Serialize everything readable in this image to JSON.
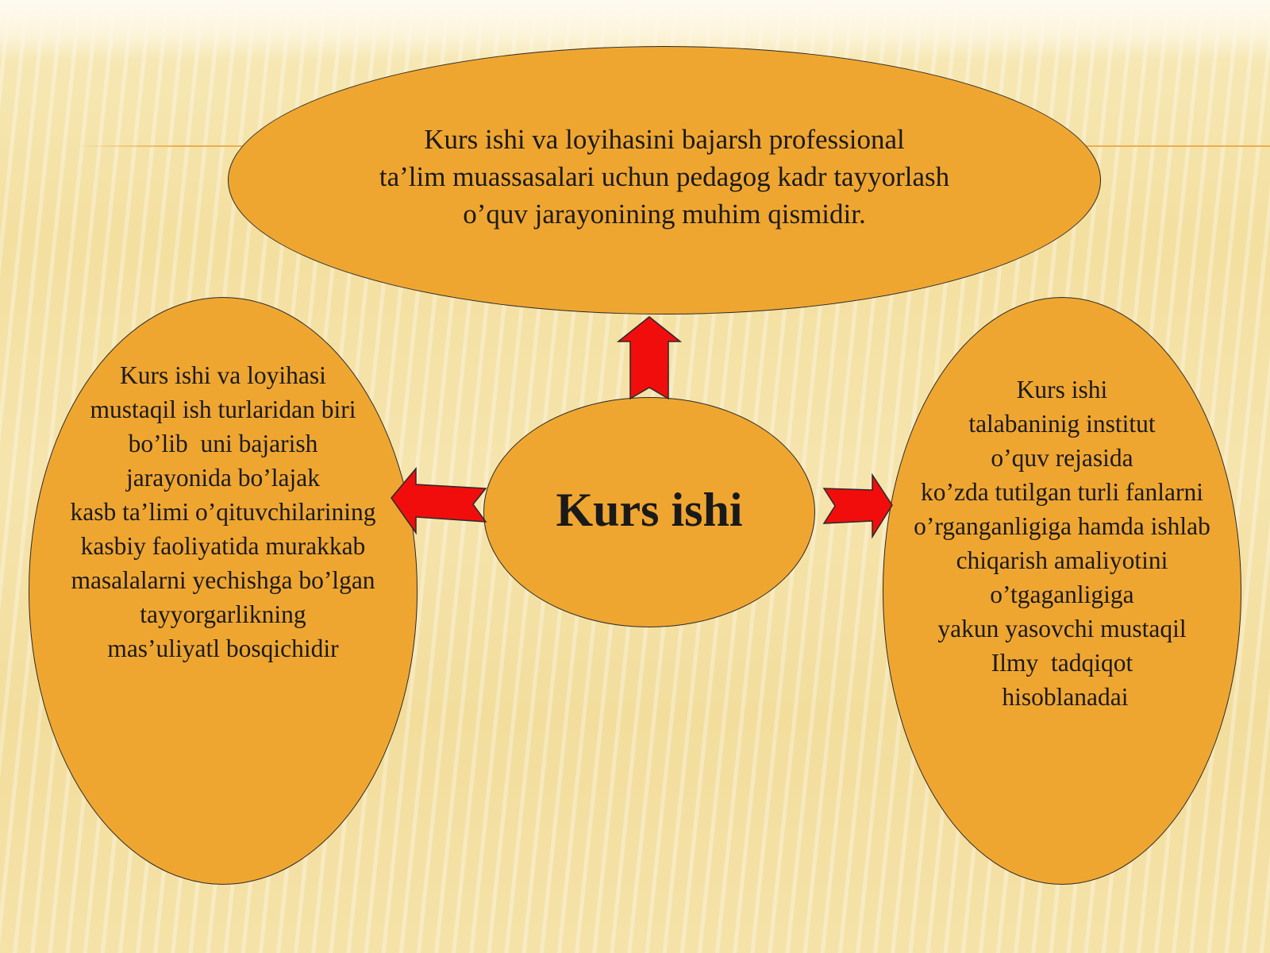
{
  "center": {
    "label": "Kurs ishi"
  },
  "top_node": {
    "lines": [
      "Kurs ishi va loyihasini bajarsh professional",
      "ta’lim muassasalari uchun pedagog kadr tayyorlash",
      "o’quv jarayonining muhim qismidir."
    ]
  },
  "left_node": {
    "lines": [
      "Kurs ishi va loyihasi",
      "mustaqil ish turlaridan biri",
      "bo’lib  uni bajarish",
      "jarayonida bo’lajak",
      "kasb ta’limi o’qituvchilarining",
      "kasbiy faoliyatida murakkab",
      "masalalarni yechishga bo’lgan",
      "tayyorgarlikning",
      "mas’uliyatl bosqichidir"
    ]
  },
  "right_node": {
    "lines": [
      "Kurs ishi",
      "talabaninig institut",
      "o’quv rejasida",
      "ko’zda tutilgan turli fanlarni",
      "o’rganganligiga hamda ishlab",
      "chiqarish amaliyotini",
      "o’tgaganligiga",
      "yakun yasovchi mustaqil",
      "Ilmy  tadqiqot",
      " hisoblanadai"
    ]
  },
  "colors": {
    "node_fill": "#efa631",
    "arrow_fill": "#f20d0d",
    "outline": "#2a2a2a"
  }
}
